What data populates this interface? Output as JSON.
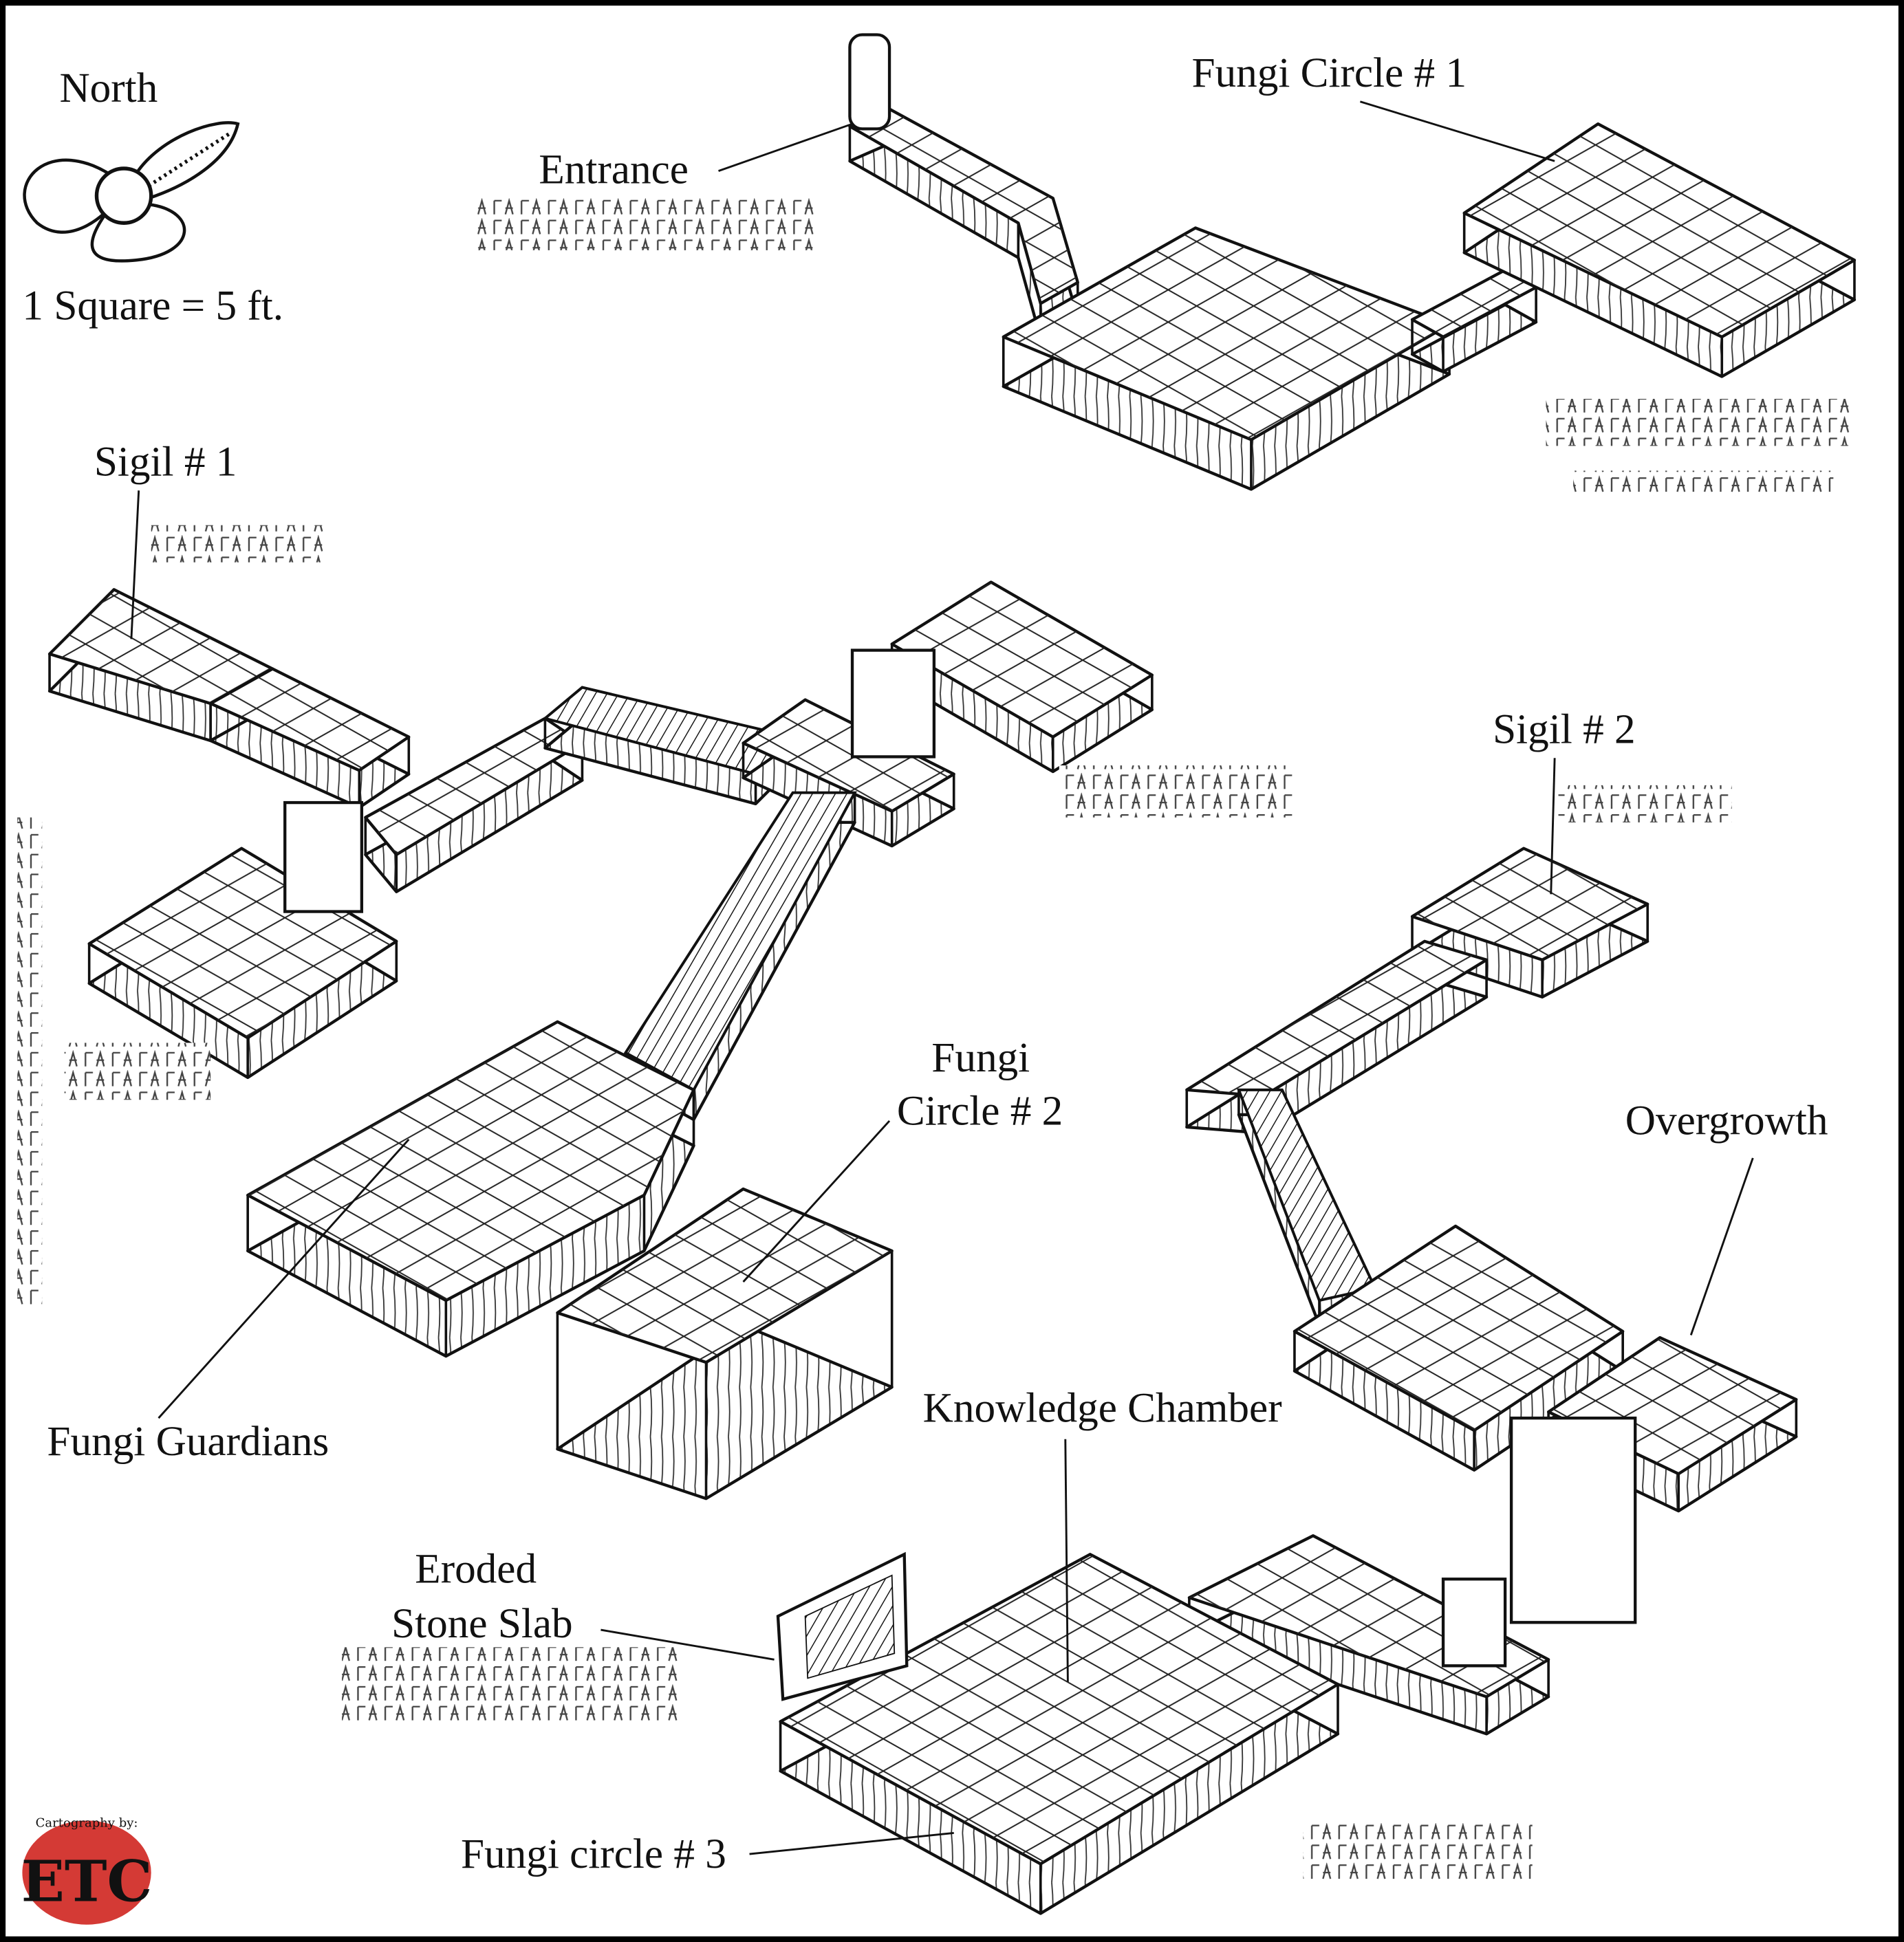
{
  "legend": {
    "compass_label": "North",
    "scale": "1 Square = 5 ft."
  },
  "labels": {
    "entrance": "Entrance",
    "fungi_circle_1": "Fungi Circle # 1",
    "sigil_1": "Sigil # 1",
    "sigil_2": "Sigil # 2",
    "fungi_circle_2_line1": "Fungi",
    "fungi_circle_2_line2": "Circle # 2",
    "overgrowth": "Overgrowth",
    "fungi_guardians": "Fungi Guardians",
    "knowledge_chamber": "Knowledge Chamber",
    "eroded_line1": "Eroded",
    "eroded_line2": "Stone Slab",
    "fungi_circle_3": "Fungi circle # 3"
  },
  "credit": {
    "prefix": "Cartography by:",
    "logo_text": "ETC",
    "logo_color": "#d43a35"
  },
  "colors": {
    "ink": "#111111",
    "paper": "#ffffff",
    "frame": "#000000"
  }
}
